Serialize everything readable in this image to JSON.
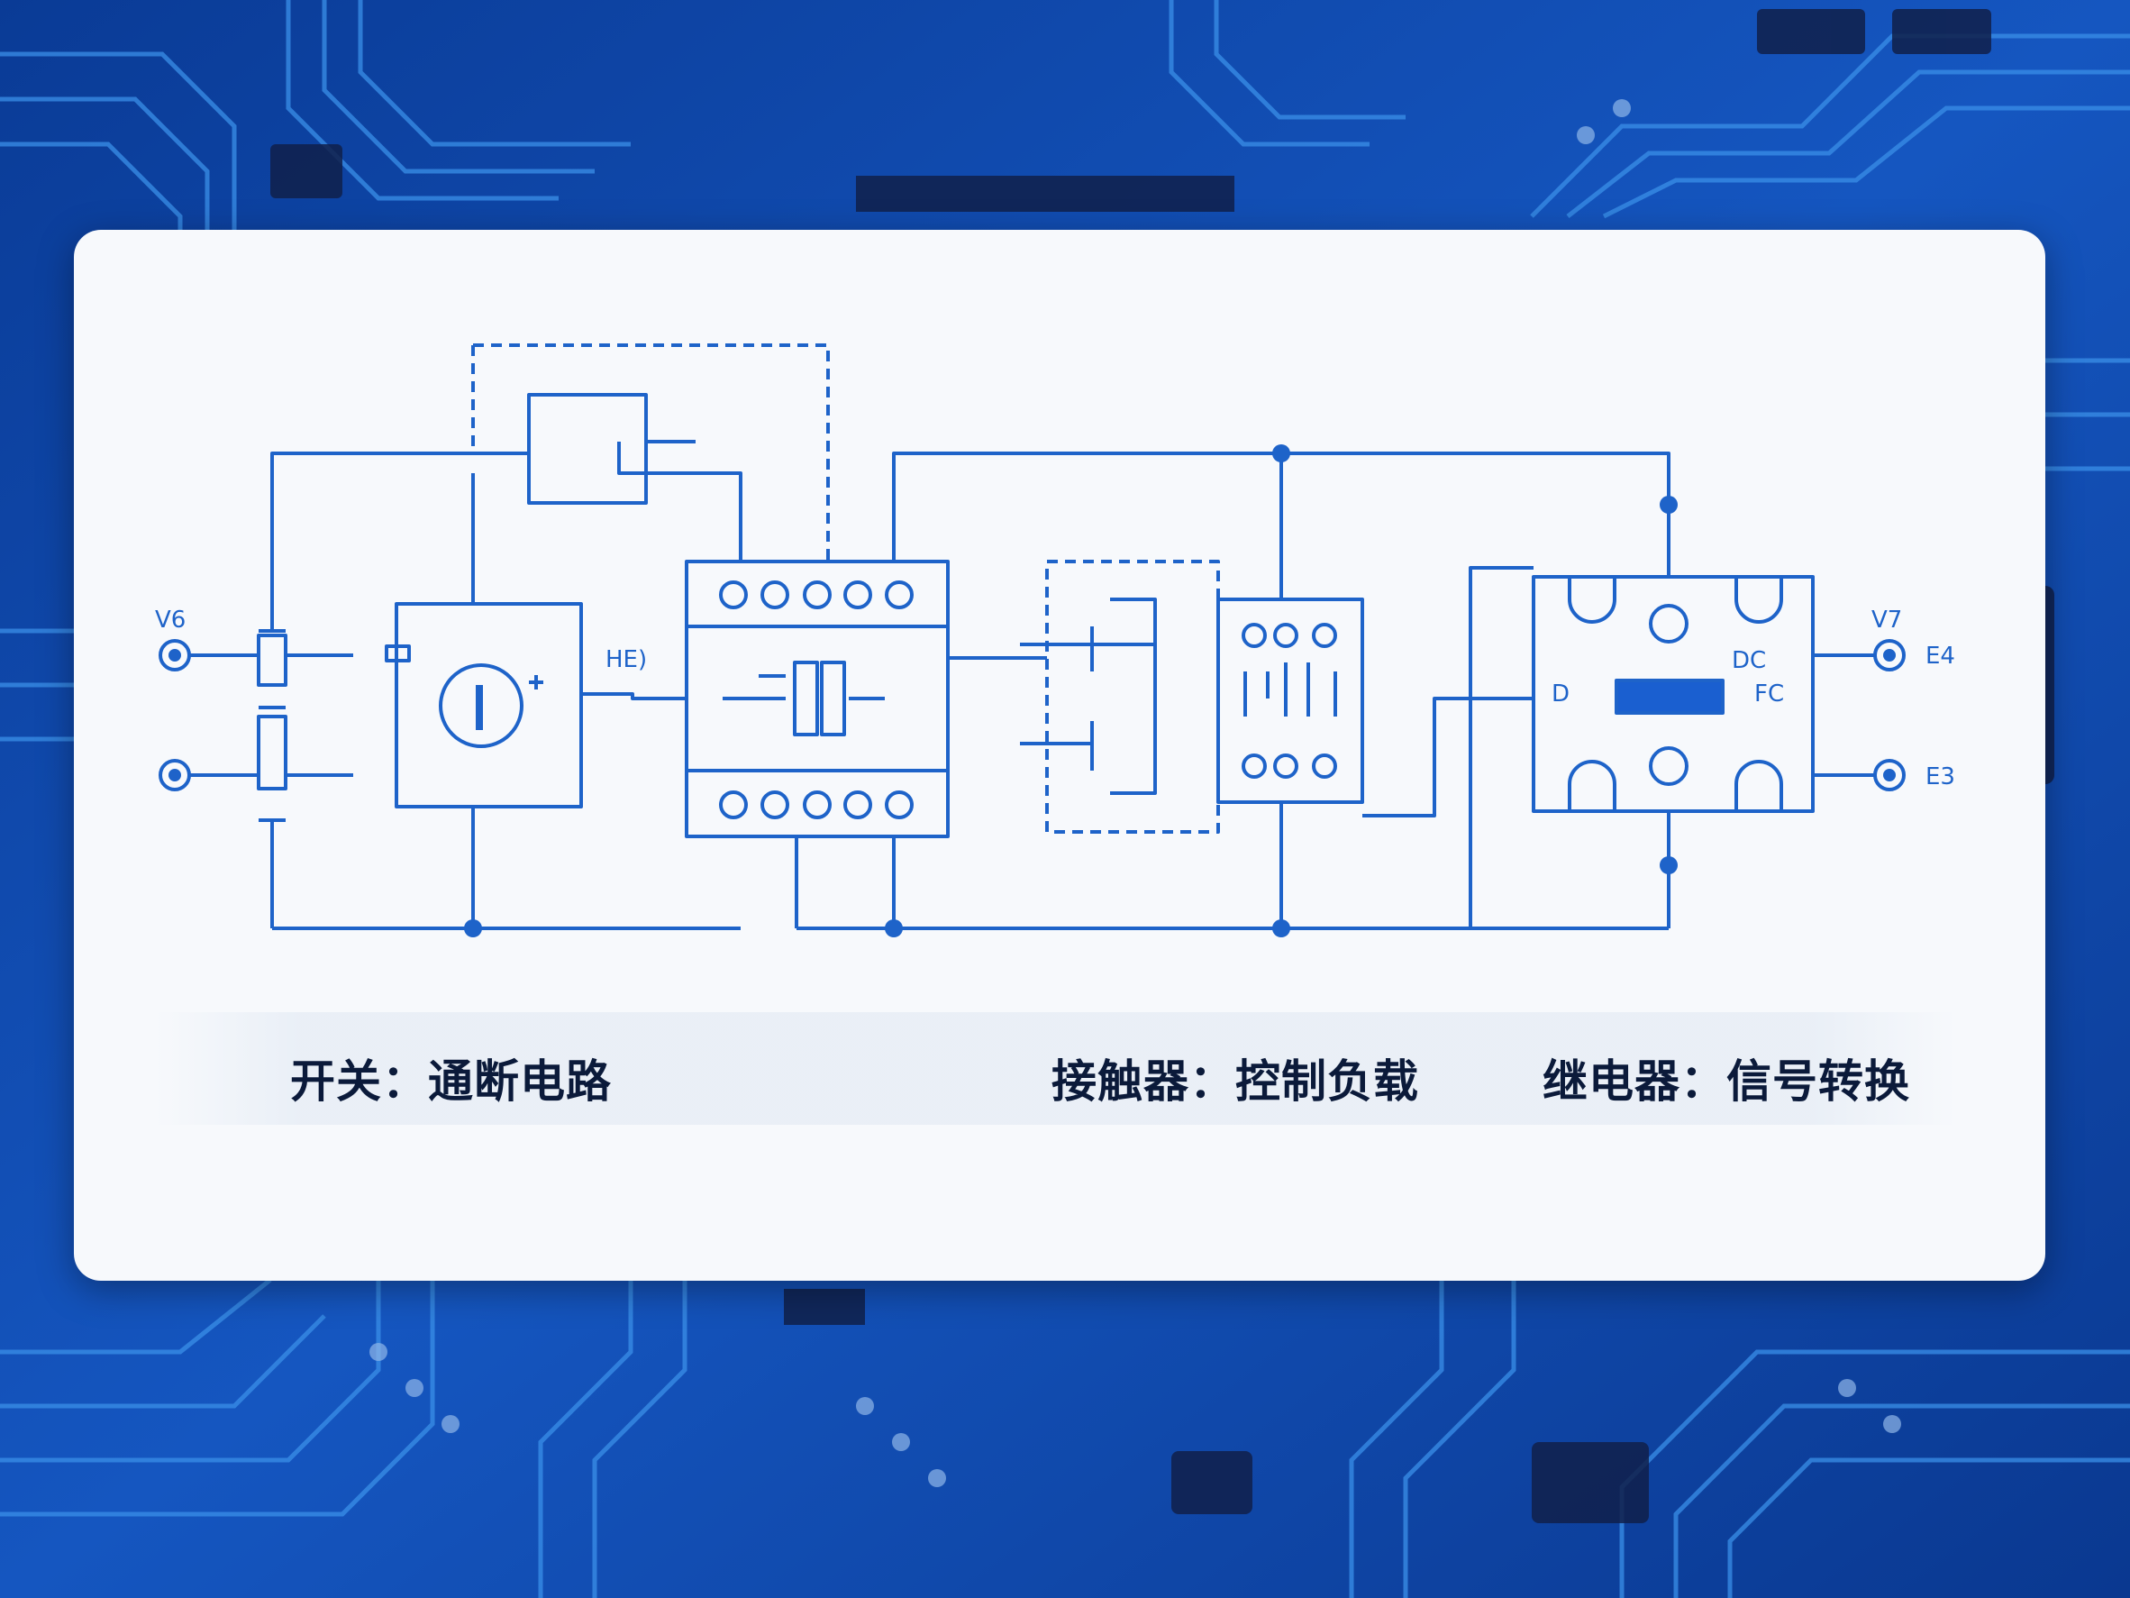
{
  "captions": {
    "switch": "开关：通断电路",
    "contactor": "接触器：控制负载",
    "relay": "继电器：信号转换"
  },
  "pin_labels": {
    "left_top": "V6",
    "left_switch": "HE)",
    "right_top": "V7",
    "right_terminal_top": "E4",
    "right_terminal_bottom": "E3",
    "relay_left": "D",
    "relay_right": "FC",
    "relay_top_right": "DC"
  },
  "colors": {
    "background": "#0d3f9a",
    "card": "#f7f9fc",
    "line": "#1e63c9",
    "accent": "#1a5fd0",
    "caption_text": "#0b1a3a"
  }
}
